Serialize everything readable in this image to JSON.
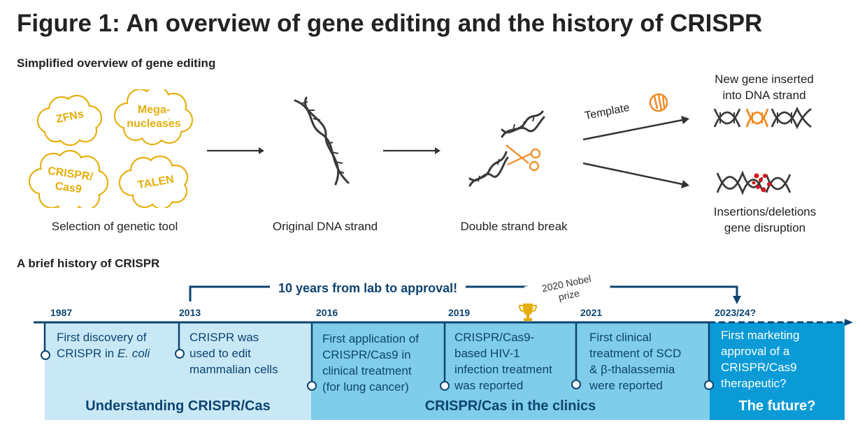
{
  "title": "Figure 1: An overview of gene editing and the history of CRISPR",
  "overview": {
    "heading": "Simplified overview of gene editing",
    "tools": [
      "ZFNs",
      "Mega-\nnucleases",
      "CRISPR/\nCas9",
      "TALEN"
    ],
    "step1_caption": "Selection of genetic tool",
    "step2_caption": "Original DNA strand",
    "step3_caption": "Double strand break",
    "template_label": "Template",
    "outcome_top": "New gene inserted\ninto DNA strand",
    "outcome_bottom": "Insertions/deletions\ngene disruption",
    "colors": {
      "tool": "#e5ae0b",
      "dna": "#3a3a3a",
      "template": "#f08a24",
      "mutation": "#d4141c"
    }
  },
  "history": {
    "heading": "A brief history of CRISPR",
    "banner": "10 years from lab to approval!",
    "nobel": "2020 Nobel\nprize",
    "years": [
      "1987",
      "2013",
      "2016",
      "2019",
      "2021",
      "2023/24?"
    ],
    "events": [
      "First discovery of\nCRISPR in E. coli",
      "CRISPR was\nused to edit\nmammalian cells",
      "First application of\nCRISPR/Cas9 in\nclinical treatment\n(for lung cancer)",
      "CRISPR/Cas9-\nbased HIV-1\ninfection treatment\nwas reported",
      "First clinical\ntreatment of SCD\n& β-thalassemia\nwere reported",
      "First marketing\napproval of a\nCRISPR/Cas9\ntherapeutic?"
    ],
    "eras": [
      "Understanding CRISPR/Cas",
      "CRISPR/Cas in the clinics",
      "The future?"
    ],
    "colors": {
      "era1": "#c9e8f6",
      "era2": "#7fcde9",
      "era3": "#0a9bd7",
      "line": "#0d4470"
    }
  }
}
